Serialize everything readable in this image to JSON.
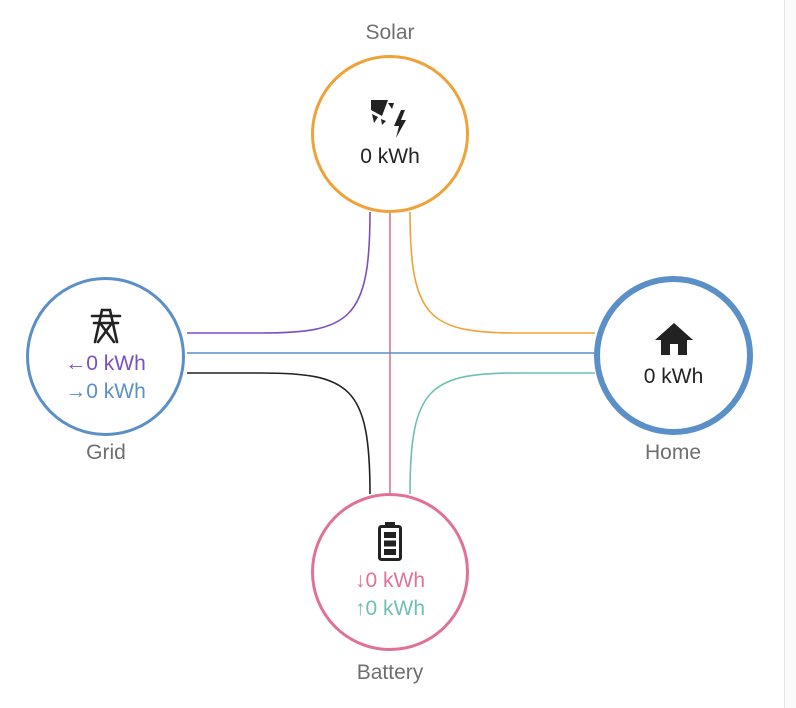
{
  "colors": {
    "solar": "#f0a23a",
    "grid": "#5b8fc7",
    "grid_import": "#7b4fbf",
    "grid_export": "#5b8fc7",
    "battery": "#e0729a",
    "battery_in": "#e0729a",
    "battery_out": "#6fbfb3",
    "home": "#5b8fc7",
    "grid_to_battery": "#222222",
    "text": "#222222",
    "label": "#6f6f6f"
  },
  "solar": {
    "label": "Solar",
    "value": "0 kWh",
    "icon": "solar-power-icon"
  },
  "grid": {
    "label": "Grid",
    "icon": "transmission-tower-icon",
    "import_arrow": "←",
    "import_value": "0 kWh",
    "export_arrow": "→",
    "export_value": "0 kWh"
  },
  "home": {
    "label": "Home",
    "value": "0 kWh",
    "icon": "home-icon"
  },
  "battery": {
    "label": "Battery",
    "icon": "battery-icon",
    "in_arrow": "↓",
    "in_value": "0 kWh",
    "out_arrow": "↑",
    "out_value": "0 kWh"
  }
}
